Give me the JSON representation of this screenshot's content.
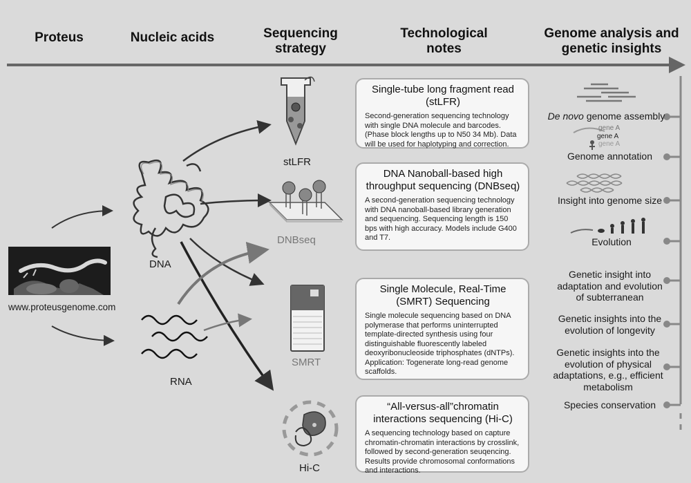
{
  "headers": {
    "col1": "Proteus",
    "col2": "Nucleic acids",
    "col3a": "Sequencing",
    "col3b": "strategy",
    "col4a": "Technological",
    "col4b": "notes",
    "col5a": "Genome analysis and",
    "col5b": "genetic insights"
  },
  "source": {
    "url": "www.proteusgenome.com"
  },
  "nucleic_acids": {
    "dna": "DNA",
    "rna": "RNA"
  },
  "strategies": {
    "stlfr": "stLFR",
    "dnbseq": "DNBseq",
    "smrt": "SMRT",
    "hic": "Hi-C"
  },
  "notes": {
    "stlfr": {
      "title1": "Single-tube long fragment read",
      "title2": "(stLFR)",
      "desc": "Second-generation sequencing technology with single DNA molecule  and barcodes. (Phase block lengths up to N50 34 Mb). Data will be used for haplotyping and correction."
    },
    "dnbseq": {
      "title1": "DNA Nanoball-based high",
      "title2": "throughput sequencing (DNBseq)",
      "desc": "A second-generation sequencing technology with DNA nanoball-based library generation and sequencing.  Sequencing length is 150 bps with high accuracy. Models include G400 and T7."
    },
    "smrt": {
      "title1": "Single Molecule, Real-Time",
      "title2": "(SMRT) Sequencing",
      "desc": "Single molecule sequencing based on DNA polymerase that performs uninterrupted template-directed synthesis using four distinguishable fluorescently labeled deoxyribonucleoside triphosphates (dNTPs). Application: Togenerate long-read genome scaffolds."
    },
    "hic": {
      "title1": "“All-versus-all”chromatin",
      "title2": "interactions sequencing (Hi-C)",
      "desc": "A sequencing technology based on  capture chromatin-chromatin interactions by crosslink, followed by second-generation seuqencing. Results provide chromosomal conformations and interactions."
    }
  },
  "insights": {
    "assembly_italic": "De novo",
    "assembly_rest": " genome assembly",
    "gene_a": "gene A",
    "annotation": "Genome annotation",
    "size": "Insight into  genome size",
    "evolution": "Evolution",
    "subterranean": "Genetic insight into adaptation and evolution of subterranean",
    "longevity": "Genetic insights into the evolution of longevity",
    "physical": "Genetic insights into the evolution of physical adaptations, e.g., efficient metabolism",
    "conservation": "Species conservation"
  }
}
